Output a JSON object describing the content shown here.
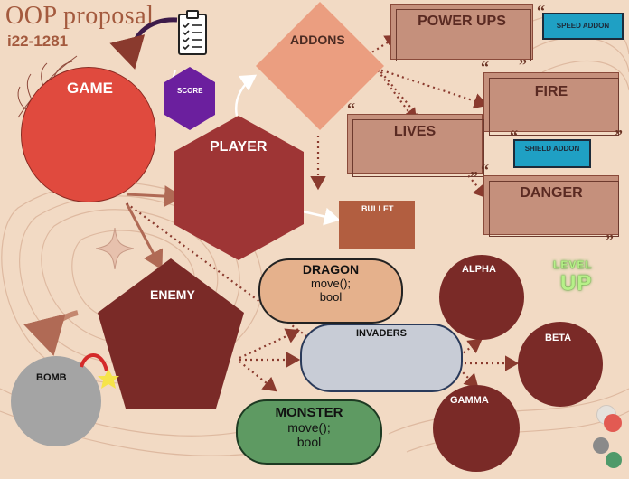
{
  "header": {
    "title": "OOP proposal",
    "subtitle": "i22-1281"
  },
  "nodes": {
    "game": "GAME",
    "score": "SCORE",
    "player": "PLAYER",
    "addons": "ADDONS",
    "power_ups": "POWER UPS",
    "speed_addon": "SPEED ADDON",
    "fire": "FIRE",
    "lives": "LIVES",
    "shield_addon": "SHIELD ADDON",
    "danger": "DANGER",
    "bullet": "BULLET",
    "enemy": "ENEMY",
    "bomb": "BOMB",
    "dragon": {
      "name": "DRAGON",
      "line1": "move();",
      "line2": "bool"
    },
    "monster": {
      "name": "MONSTER",
      "line1": "move();",
      "line2": "bool"
    },
    "invaders": "INVADERS",
    "alpha": "ALPHA",
    "beta": "BETA",
    "gamma": "GAMMA"
  },
  "badge": {
    "line1": "LEVEL",
    "line2": "UP"
  },
  "colors": {
    "background": "#f2dac4",
    "game_red": "#e04a3e",
    "maroon": "#9e3535",
    "dark_maroon": "#7a2a27",
    "addons_salmon": "#eb9e80",
    "score_purple": "#6b1f9e",
    "box_fill": "#c5907c",
    "addon_blue": "#1fa0c4",
    "bullet_brown": "#b25e40",
    "dragon_fill": "#e5b18c",
    "monster_fill": "#5e9a62",
    "invaders_fill": "#c8ccd6",
    "bomb_grey": "#a4a4a4",
    "levelup_green": "#7de04a"
  },
  "icons": [
    "clipboard-icon",
    "sparkle-icon",
    "spark-icon",
    "curved-arrow-icon"
  ]
}
